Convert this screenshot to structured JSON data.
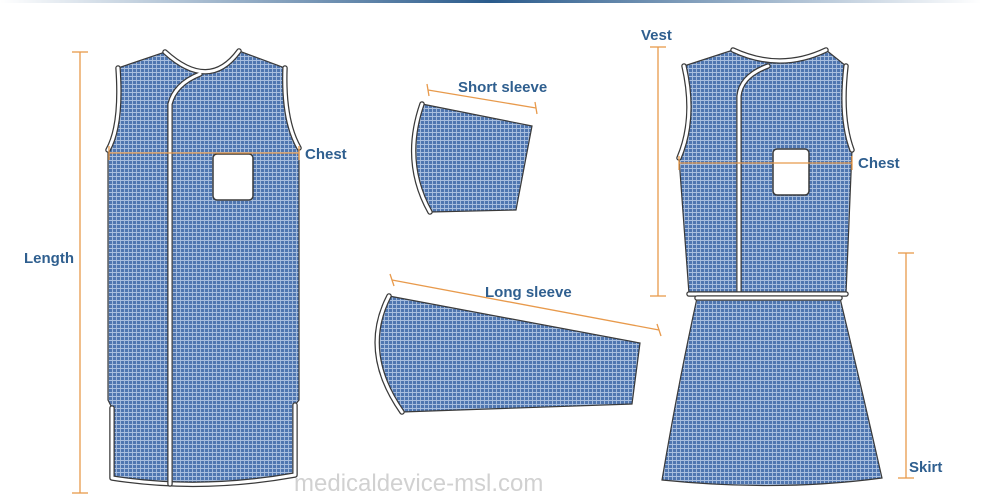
{
  "labels": {
    "length": "Length",
    "chest_left": "Chest",
    "short_sleeve": "Short sleeve",
    "long_sleeve": "Long sleeve",
    "vest": "Vest",
    "chest_right": "Chest",
    "skirt": "Skirt"
  },
  "watermark": "medicaldevice-msl.com",
  "colors": {
    "garment_fill": "#4f76b0",
    "garment_grid": "#a9bfdf",
    "measure_line": "#e89a4c",
    "label_text": "#2f5f8f",
    "top_bar": "#2a5b8c"
  }
}
